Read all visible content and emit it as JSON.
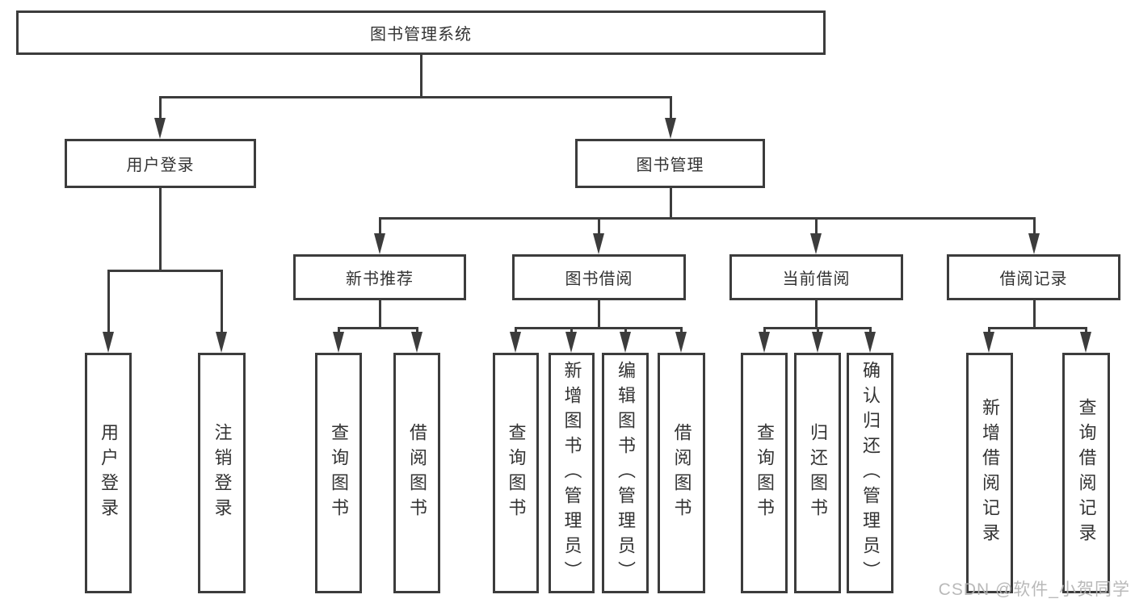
{
  "tree": {
    "label": "图书管理系统",
    "children": [
      {
        "label": "用户登录",
        "children": [
          {
            "label": "用户登录"
          },
          {
            "label": "注销登录"
          }
        ]
      },
      {
        "label": "图书管理",
        "children": [
          {
            "label": "新书推荐",
            "children": [
              {
                "label": "查询图书"
              },
              {
                "label": "借阅图书"
              }
            ]
          },
          {
            "label": "图书借阅",
            "children": [
              {
                "label": "查询图书"
              },
              {
                "label": "新增图书（管理员）"
              },
              {
                "label": "编辑图书（管理员）"
              },
              {
                "label": "借阅图书"
              }
            ]
          },
          {
            "label": "当前借阅",
            "children": [
              {
                "label": "查询图书"
              },
              {
                "label": "归还图书"
              },
              {
                "label": "确认归还（管理员）"
              }
            ]
          },
          {
            "label": "借阅记录",
            "children": [
              {
                "label": "新增借阅记录"
              },
              {
                "label": "查询借阅记录"
              }
            ]
          }
        ]
      }
    ]
  },
  "watermark": {
    "text": "CSDN @软件_小贺同学"
  },
  "colors": {
    "line": "#3c3c3c",
    "text": "#333333",
    "watermark": "#b4b4b4",
    "background": "#ffffff"
  }
}
